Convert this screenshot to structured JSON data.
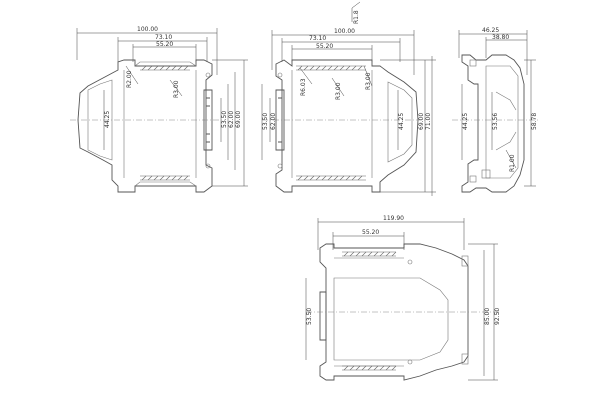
{
  "views": {
    "front_left": {
      "dims": {
        "width_overall": "100.00",
        "width_mid": "73.10",
        "width_inner": "55.20",
        "radius_top": "R2.00",
        "radius_arc": "R3.00",
        "height_left": "44.25",
        "height_a": "53.50",
        "height_b": "62.00",
        "height_c": "69.00"
      }
    },
    "front_right": {
      "dims": {
        "width_overall": "100.00",
        "width_mid": "73.10",
        "width_inner": "55.20",
        "radius_top": "R3.00",
        "radius_arc": "R3.00",
        "radius_left": "R6.03",
        "height_left": "44.25",
        "height_a": "53.50",
        "height_b": "62.00",
        "height_c": "69.00",
        "height_d": "71.00"
      }
    },
    "side": {
      "dims": {
        "width_overall": "46.25",
        "width_inner": "38.80",
        "height_a": "44.25",
        "height_b": "53.56",
        "height_c": "58.78",
        "radius": "R1.00"
      }
    },
    "bottom": {
      "dims": {
        "width_overall": "119.90",
        "width_inner": "55.20",
        "height_a": "53.50",
        "height_b": "85.00",
        "height_c": "92.50"
      }
    },
    "annotation": {
      "label": "R1.8"
    }
  }
}
